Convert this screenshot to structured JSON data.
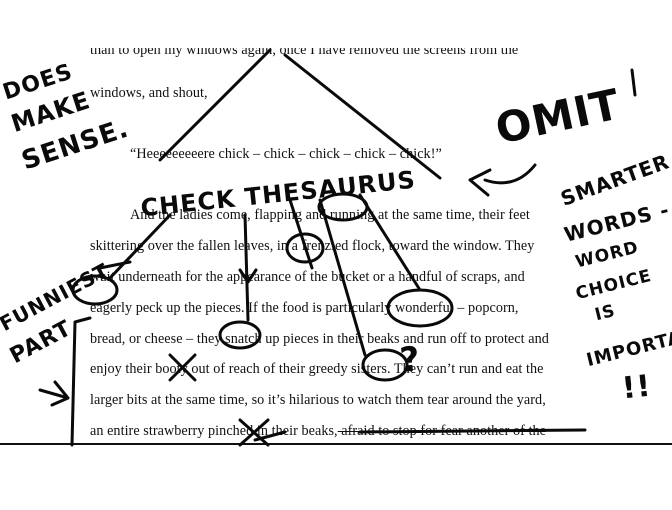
{
  "manuscript": {
    "lines": [
      "than to open my windows again, once I have removed the screens from the",
      "windows, and shout,",
      "“Heeeeeeeeere chick – chick – chick – chick – chick!”",
      "And the ladies come, flapping and running at the same time, their feet",
      "skittering over the fallen leaves, in a frenzied flock, toward the window. They",
      "wait underneath for the appearance of the bucket or a handful of scraps, and",
      "eagerly peck up the pieces. If the food is particularly wonderful – popcorn,",
      "bread, or cheese – they snatch up pieces in their beaks and run off to protect and",
      "enjoy their booty out of reach of their greedy sisters. They can’t run and eat the",
      "larger bits at the same time, so it’s hilarious to watch them tear around the yard,",
      "an entire strawberry pinched in their beaks,"
    ],
    "last_line_struck": " afraid to stop for fear another of the"
  },
  "annotations": {
    "does": "DOES",
    "make": "MAKE",
    "sense": "SENSE.",
    "omit": "OMIT",
    "check_thesaurus": "CHECK THESAURUS",
    "smarter": "SMARTER",
    "words": "WORDS -",
    "word": "WORD",
    "choice": "CHOICE",
    "is": "IS",
    "important": "IMPORTANT",
    "exclaim": "!!",
    "funniest": "FUNNIEST",
    "part": "PART",
    "question_mark": "?"
  }
}
